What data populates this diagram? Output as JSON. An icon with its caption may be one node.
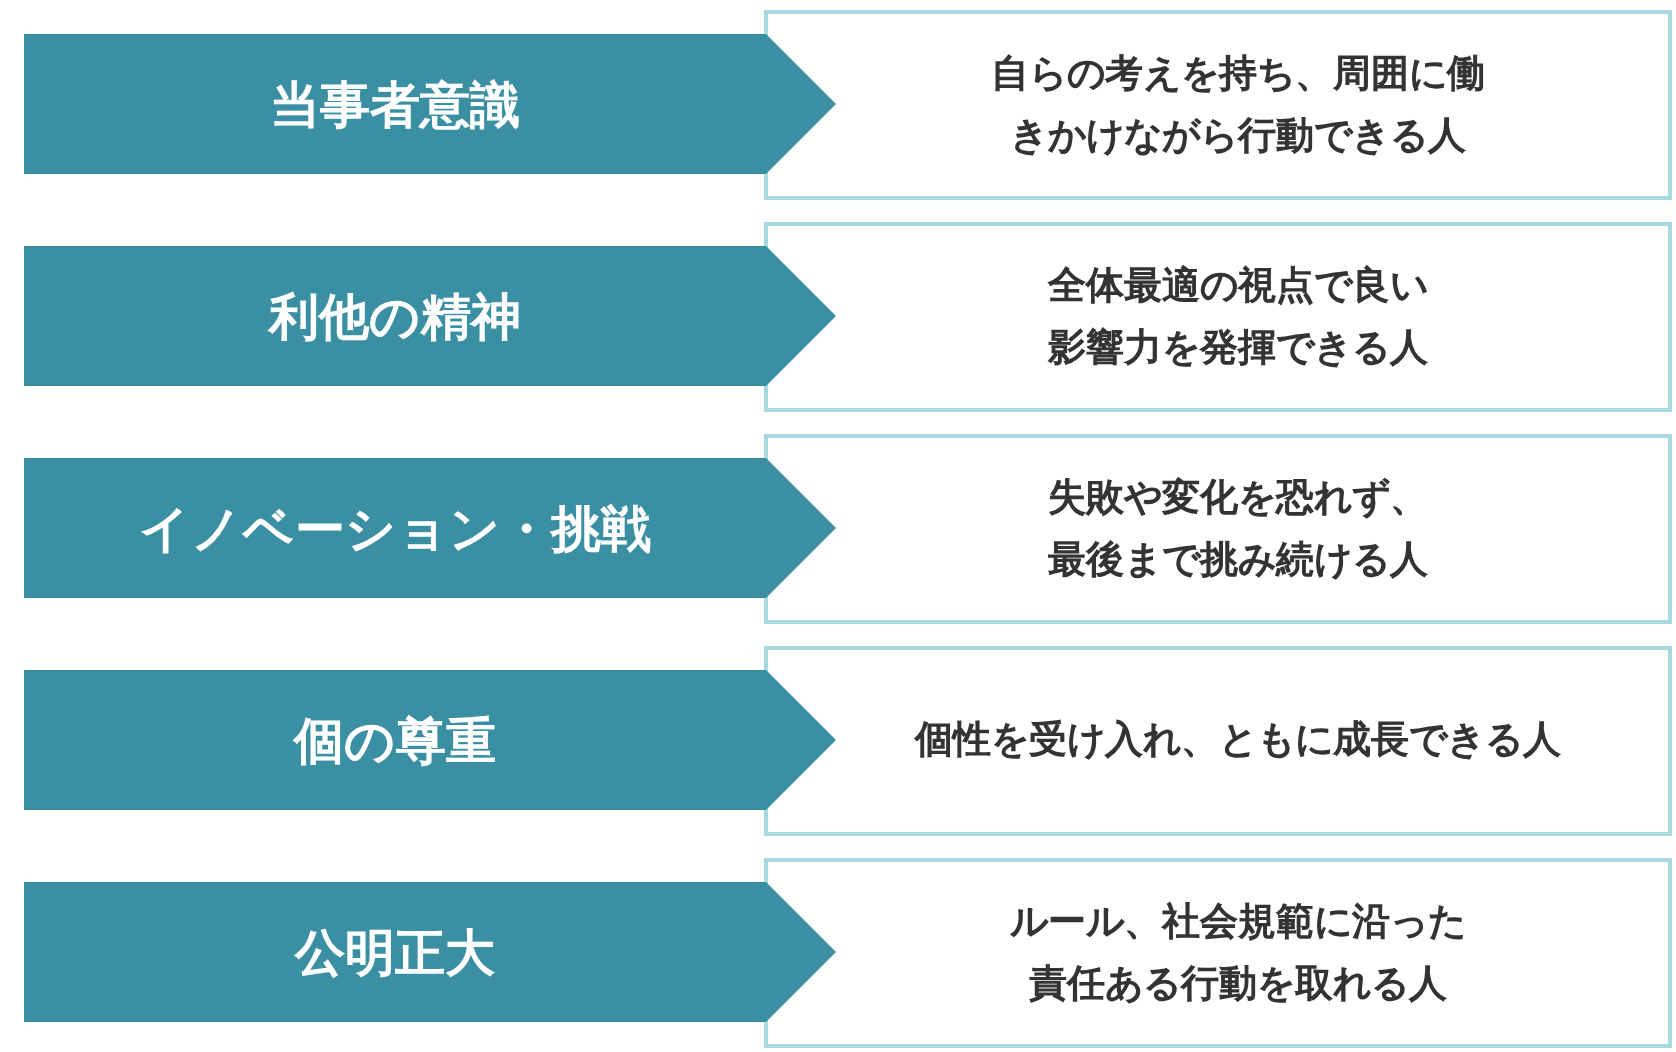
{
  "diagram": {
    "nodes": [
      {
        "text": [
          "当事者意識"
        ]
      },
      {
        "text": [
          "自らの考えを持ち、周囲に働きかけながら行動できる人"
        ]
      },
      {
        "text": [
          "利他の精神"
        ]
      },
      {
        "text": [
          "全体最適の視点で良い影響力を発揮できる人"
        ]
      },
      {
        "text": [
          "イノベーション・挑戦"
        ]
      },
      {
        "text": [
          "失敗や変化を恐れず、最後まで挑み続ける人"
        ]
      },
      {
        "text": [
          "個の尊重"
        ]
      },
      {
        "text": [
          "個性を受け入れ、ともに成長できる人"
        ]
      },
      {
        "text": [
          "公明正大"
        ]
      },
      {
        "text": [
          "ルール、社会規範に沿った責任ある行動を取れる人"
        ]
      }
    ]
  }
}
